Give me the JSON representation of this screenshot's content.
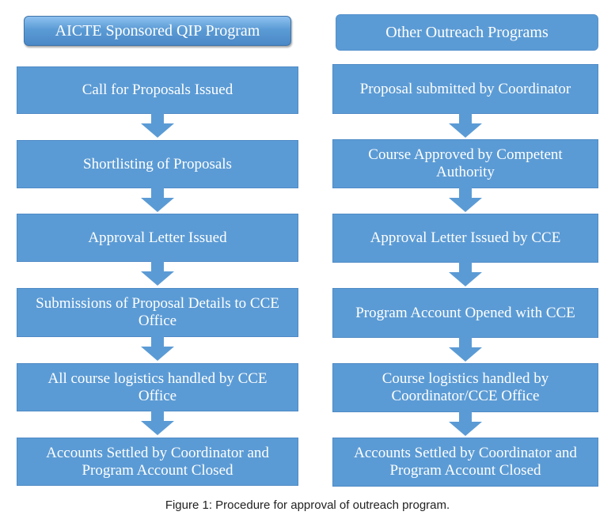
{
  "left": {
    "header": "AICTE Sponsored QIP Program",
    "steps": [
      "Call for Proposals Issued",
      "Shortlisting of Proposals",
      "Approval Letter Issued",
      "Submissions of Proposal Details to CCE Office",
      "All course logistics handled by CCE Office",
      "Accounts Settled by Coordinator and Program Account Closed"
    ]
  },
  "right": {
    "header": "Other Outreach Programs",
    "steps": [
      "Proposal submitted by Coordinator",
      "Course Approved by Competent Authority",
      "Approval Letter Issued by CCE",
      "Program Account Opened with CCE",
      "Course logistics handled by Coordinator/CCE Office",
      "Accounts Settled by Coordinator and Program Account Closed"
    ]
  },
  "caption": "Figure 1: Procedure for approval of outreach program.",
  "colors": {
    "box": "#5b9bd5",
    "text": "#ffffff"
  }
}
